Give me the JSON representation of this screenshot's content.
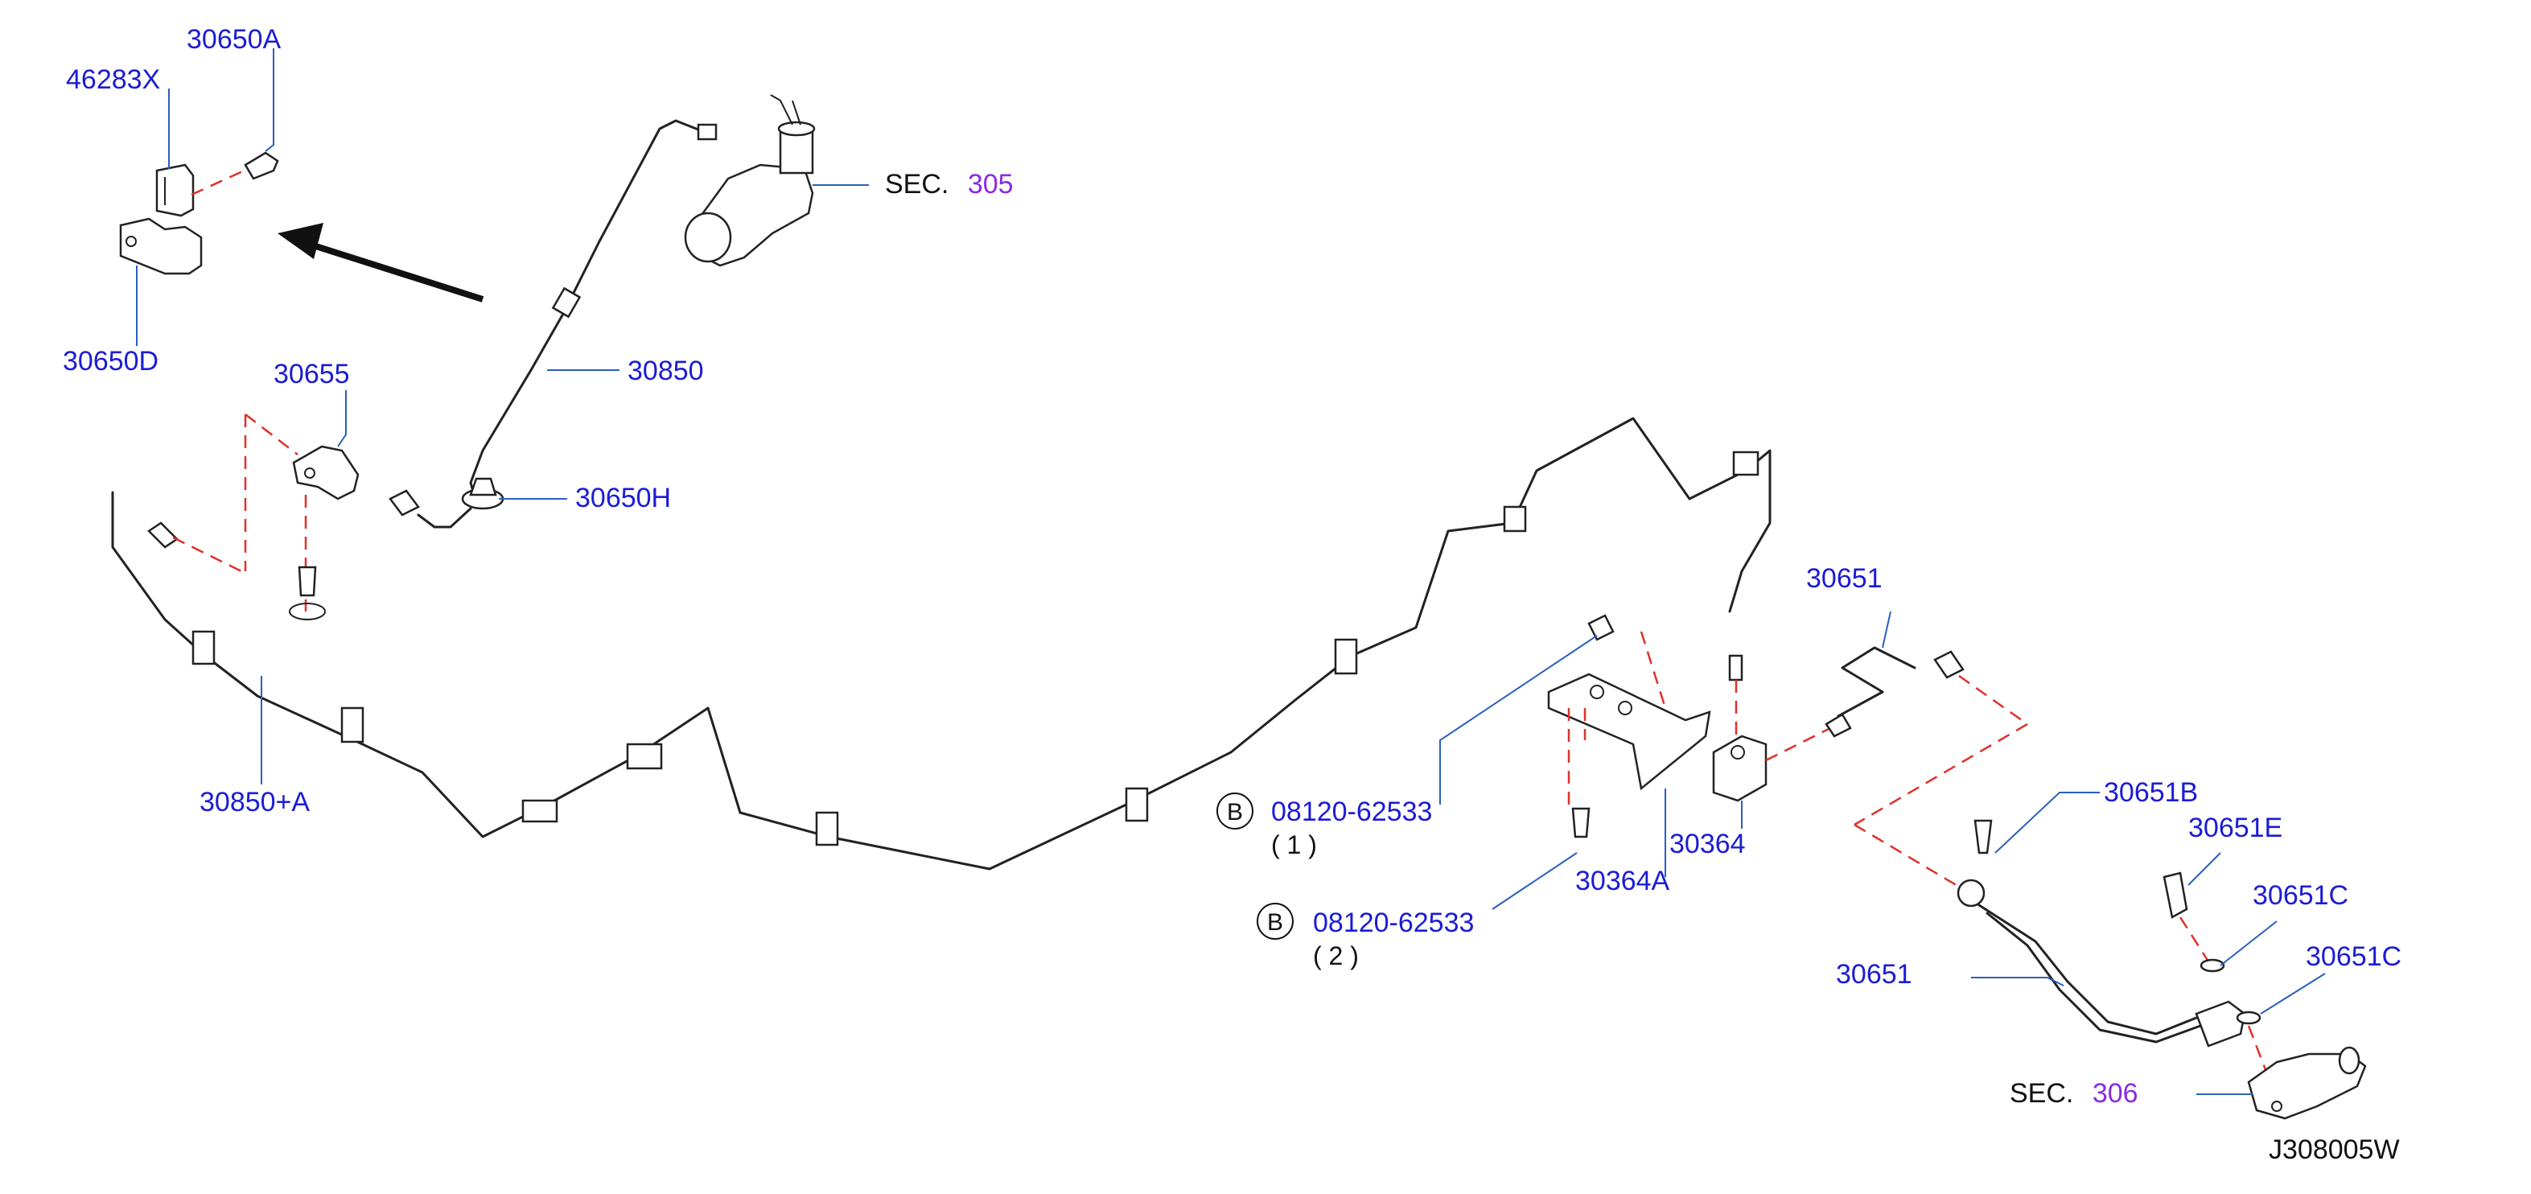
{
  "diagram_code": "J308005W",
  "sections": [
    {
      "prefix": "SEC.",
      "number": "305"
    },
    {
      "prefix": "SEC.",
      "number": "306"
    }
  ],
  "part_labels": {
    "p30650A": "30650A",
    "p46283X": "46283X",
    "p30650D": "30650D",
    "p30655": "30655",
    "p30850": "30850",
    "p30650H": "30650H",
    "p30850A": "30850+A",
    "p30364": "30364",
    "p30364A": "30364A",
    "p30651_top": "30651",
    "p30651B": "30651B",
    "p30651E": "30651E",
    "p30651C_1": "30651C",
    "p30651C_2": "30651C",
    "p30651": "30651"
  },
  "bolt_callouts": [
    {
      "symbol": "B",
      "part": "08120-62533",
      "qty": "( 1 )"
    },
    {
      "symbol": "B",
      "part": "08120-62533",
      "qty": "( 2 )"
    }
  ],
  "colors": {
    "label": "#1c1cd6",
    "section_number": "#8a2be2",
    "leader": "#2a5fbf",
    "dashed_guide": "#e0302a",
    "line_art": "#222222"
  }
}
